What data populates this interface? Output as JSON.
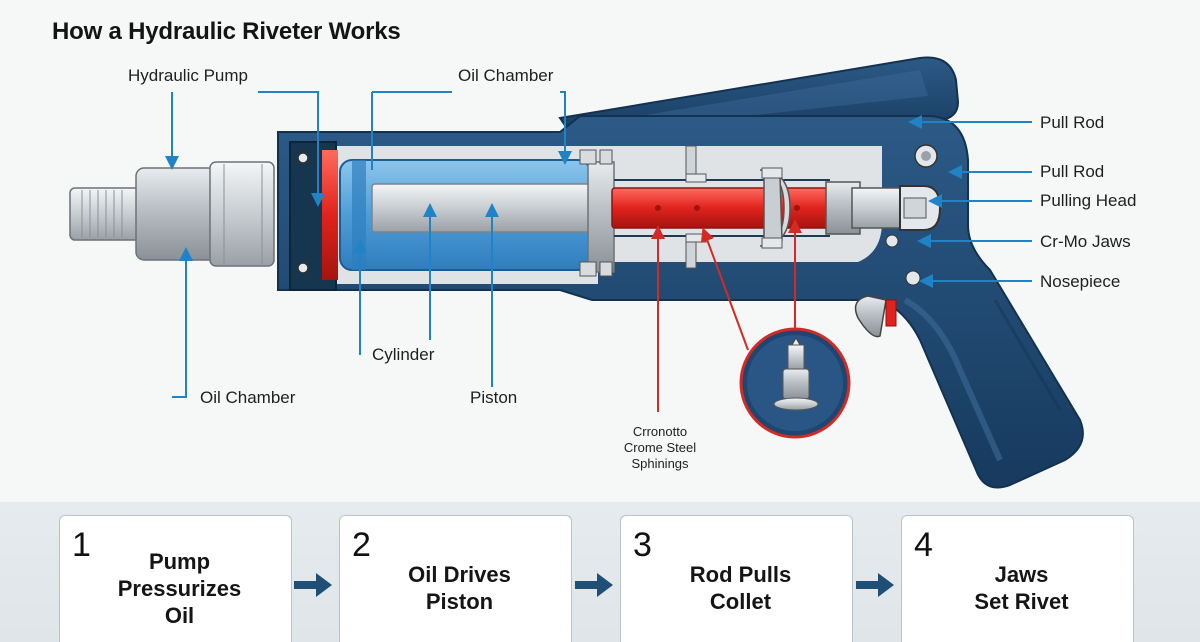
{
  "title": "How a Hydraulic Riveter Works",
  "labels": {
    "hydraulic_pump": "Hydraulic Pump",
    "oil_chamber_top": "Oil Chamber",
    "pull_rod_1": "Pull Rod",
    "pull_rod_2": "Pull Rod",
    "pulling_head": "Pulling Head",
    "jaws": "Cr-Mo Jaws",
    "nosepiece": "Nosepiece",
    "cylinder": "Cylinder",
    "oil_chamber_bottom": "Oil Chamber",
    "piston": "Piston",
    "springs": "Crronotto\nCrome Steel\nSphinings"
  },
  "steps": [
    {
      "number": "1",
      "text": "Pump\nPressurizes\nOil"
    },
    {
      "number": "2",
      "text": "Oil Drives\nPiston"
    },
    {
      "number": "3",
      "text": "Rod Pulls\nCollet"
    },
    {
      "number": "4",
      "text": "Jaws\nSet Rivet"
    }
  ],
  "colors": {
    "body_navy": "#1f4670",
    "cylinder_blue": "#5aa4da",
    "rod_red": "#e0231d",
    "callout_blue": "#1f83c6",
    "callout_red": "#d42a25",
    "step_arrow": "#1f4f75"
  }
}
